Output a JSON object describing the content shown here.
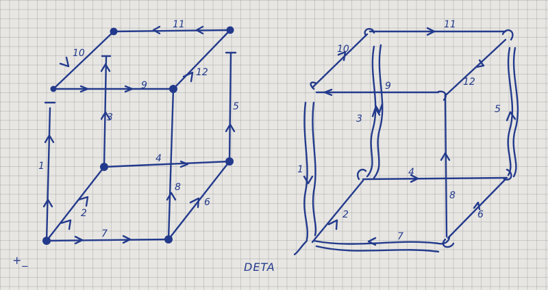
{
  "left_diagram": {
    "edge_labels": {
      "e1": "1",
      "e2": "2",
      "e3": "3",
      "e4": "4",
      "e5": "5",
      "e6": "6",
      "e7": "7",
      "e8": "8",
      "e9": "9",
      "e10": "10",
      "e11": "11",
      "e12": "12"
    },
    "caption": "+_"
  },
  "right_diagram": {
    "edge_labels": {
      "e1": "1",
      "e2": "2",
      "e3": "3",
      "e4": "4",
      "e5": "5",
      "e6": "6",
      "e7": "7",
      "e8": "8",
      "e9": "9",
      "e10": "10",
      "e11": "11",
      "e12": "12"
    },
    "caption": "DETA"
  },
  "colors": {
    "ink": "#233a8c",
    "paper": "#e7e6e2",
    "grid": "#8a8a94"
  }
}
